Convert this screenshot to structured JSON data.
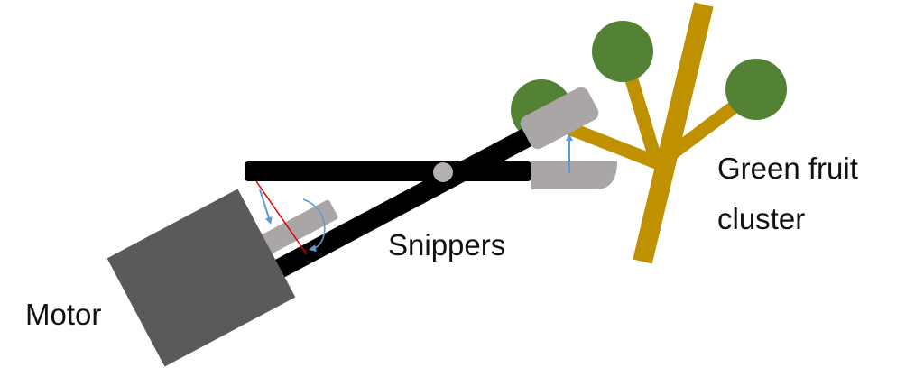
{
  "labels": {
    "snippers": "Snippers",
    "motor": "Motor",
    "fruit_line1": "Green fruit",
    "fruit_line2": "cluster"
  },
  "colors": {
    "branch": "#BF9000",
    "fruit": "#548235",
    "arm": "#000000",
    "blade": "#AAA6A6",
    "motor": "#5A5A5A",
    "pivot": "#B4B0B0",
    "arrow": "#5B9BD5",
    "cut_line": "#E00000"
  }
}
